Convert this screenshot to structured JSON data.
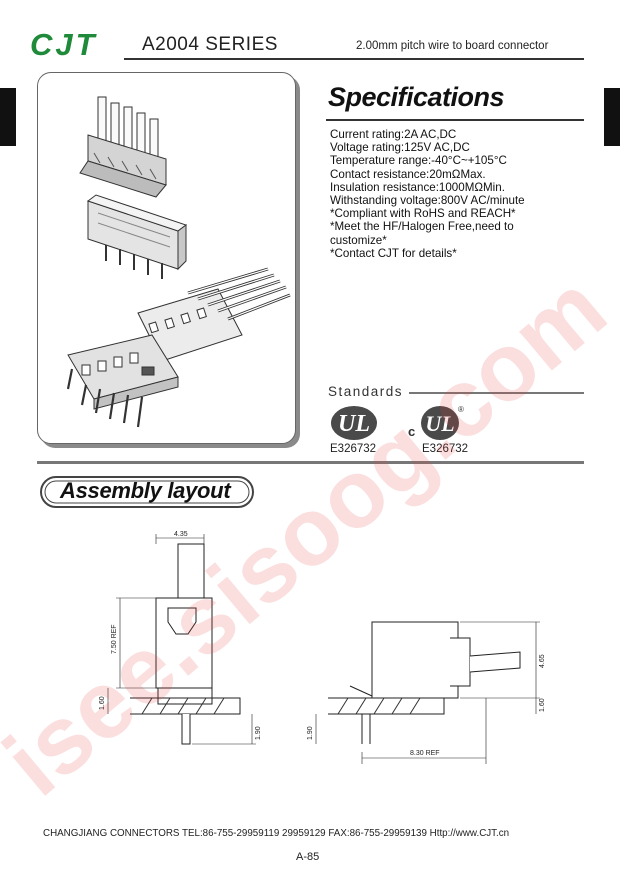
{
  "header": {
    "brand": "CJT",
    "series": "A2004 SERIES",
    "subtitle": "2.00mm pitch wire to board connector"
  },
  "specifications": {
    "title": "Specifications",
    "items": [
      "Current rating:2A AC,DC",
      "Voltage rating:125V AC,DC",
      "Temperature range:-40°C~+105°C",
      "Contact resistance:20mΩMax.",
      "Insulation resistance:1000MΩMin.",
      "Withstanding voltage:800V AC/minute",
      "*Compliant with RoHS and REACH*",
      "*Meet the HF/Halogen Free,need to",
      " customize*",
      "*Contact CJT for details*"
    ]
  },
  "standards": {
    "label": "Standards",
    "ul_cert": "E326732",
    "cul_cert": "E326732",
    "ul_mark_text": "UL",
    "cul_prefix": "c",
    "registered": "®"
  },
  "assembly": {
    "title": "Assembly layout",
    "dimensions": {
      "width_top": "4.35",
      "height_ref": "7.50 REF",
      "board_left": "1.60",
      "pin_right": "1.90",
      "pin_side": "1.90",
      "length_ref": "8.30 REF",
      "height_side": "4.65",
      "board_right": "1.60"
    }
  },
  "footer": {
    "contact": "CHANGJIANG CONNECTORS  TEL:86-755-29959119 29959129  FAX:86-755-29959139 Http://www.CJT.cn",
    "page": "A-85"
  },
  "watermark": "isee.sisoog.com",
  "colors": {
    "brand_green": "#1f8a3a",
    "watermark_red": "#e63c3c"
  }
}
